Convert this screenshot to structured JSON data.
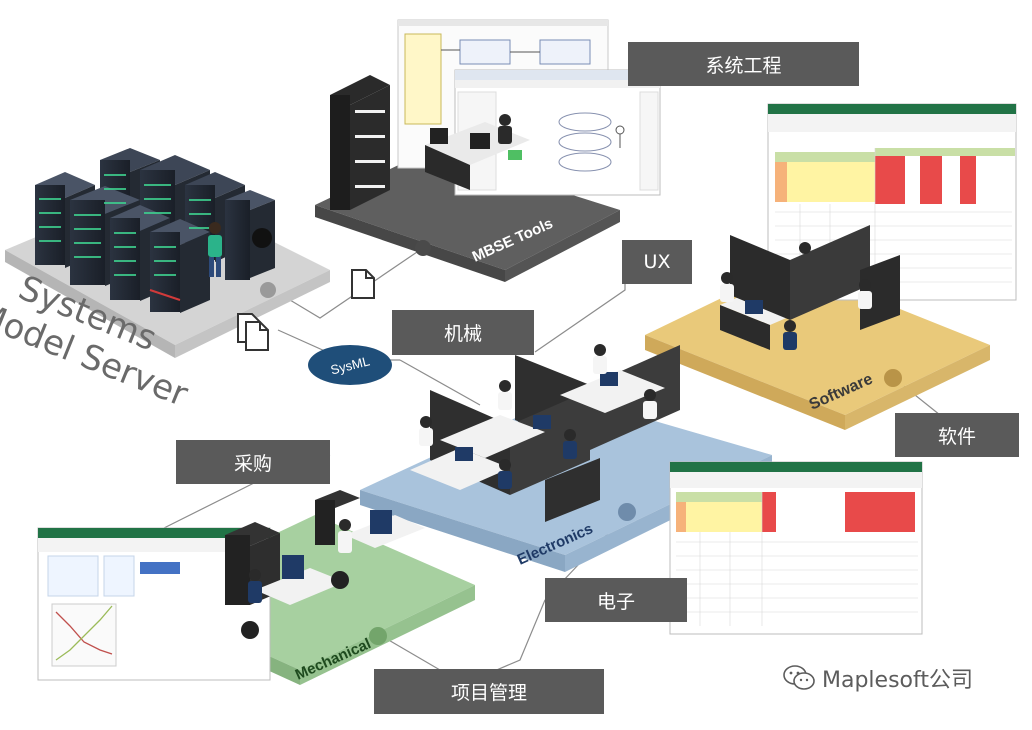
{
  "server": {
    "title_line1": "Systems",
    "title_line2": "Model Server"
  },
  "labels": {
    "systems_engineering": "系统工程",
    "ux": "UX",
    "mechanical_cn": "机械",
    "procurement": "采购",
    "software_cn": "软件",
    "electronics_cn": "电子",
    "project_management": "项目管理"
  },
  "badge": {
    "sysml": "SysML"
  },
  "platforms": {
    "mbse": "MBSE Tools",
    "software": "Software",
    "electronics": "Electronics",
    "mechanical": "Mechanical"
  },
  "watermark": {
    "text": "Maplesoft公司"
  },
  "colors": {
    "label_bg": "#5a5a5a",
    "mbse_platform": "#5f5f5f",
    "software_platform": "#e9c97a",
    "electronics_platform": "#a9c3dc",
    "mechanical_platform": "#a7d0a0",
    "server_platform": "#d4d4d4",
    "sysml_badge": "#1f4e79",
    "excel_green": "#217346",
    "req_red": "#e84a4a"
  }
}
